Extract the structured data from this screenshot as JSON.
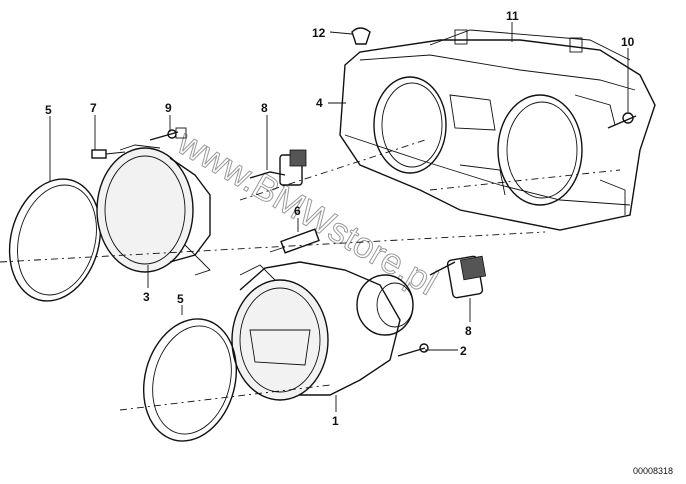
{
  "diagram": {
    "callouts": [
      {
        "id": "c12",
        "label": "12"
      },
      {
        "id": "c11",
        "label": "11"
      },
      {
        "id": "c10",
        "label": "10"
      },
      {
        "id": "c4",
        "label": "4"
      },
      {
        "id": "c5a",
        "label": "5"
      },
      {
        "id": "c7",
        "label": "7"
      },
      {
        "id": "c9",
        "label": "9"
      },
      {
        "id": "c8a",
        "label": "8"
      },
      {
        "id": "c1",
        "label": "1"
      },
      {
        "id": "c6",
        "label": "6"
      },
      {
        "id": "c3",
        "label": "3"
      },
      {
        "id": "c5b",
        "label": "5"
      },
      {
        "id": "c8b",
        "label": "8"
      },
      {
        "id": "c2",
        "label": "2"
      }
    ],
    "diagram_number": "00008318",
    "watermark": "www.BMWstore.pl"
  }
}
